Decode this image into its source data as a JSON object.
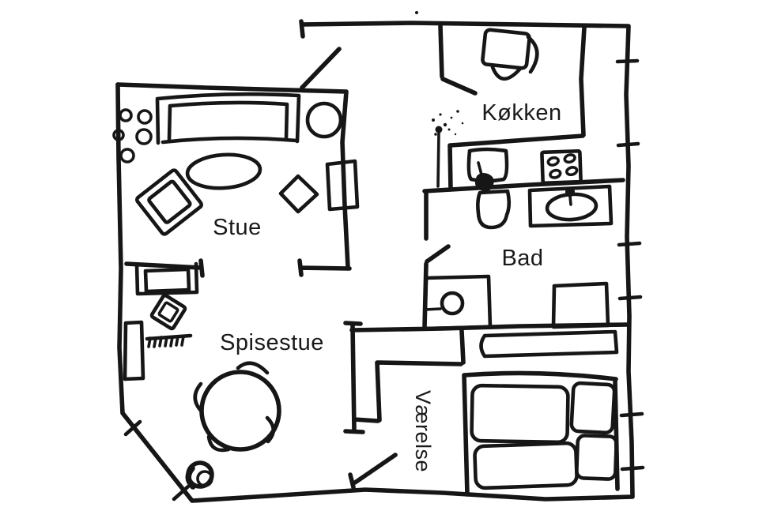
{
  "canvas": {
    "background": "#ffffff",
    "ink": "#161616"
  },
  "labels": {
    "stue": "Stue",
    "spisestue": "Spisestue",
    "koekken": "Køkken",
    "bad": "Bad",
    "vaerelse": "Værelse"
  },
  "rooms": [
    {
      "id": "stue",
      "label": "Stue",
      "furniture": [
        "sofa",
        "side-table",
        "coffee-table",
        "armchair",
        "small-table",
        "tv-cabinet",
        "stones"
      ]
    },
    {
      "id": "spisestue",
      "label": "Spisestue",
      "furniture": [
        "desk",
        "desk-chair",
        "rug",
        "radiator",
        "dining-table",
        "dining-chairs",
        "plant"
      ]
    },
    {
      "id": "koekken",
      "label": "Køkken",
      "furniture": [
        "kitchen-table",
        "kitchen-chairs",
        "counter",
        "sink",
        "stove"
      ]
    },
    {
      "id": "bad",
      "label": "Bad",
      "furniture": [
        "toilet",
        "washbasin",
        "washing-machine",
        "shower-cabinet"
      ]
    },
    {
      "id": "vaerelse",
      "label": "Værelse",
      "furniture": [
        "closet",
        "double-bed",
        "mattresses",
        "pillows"
      ]
    }
  ],
  "doors": [
    "entry-door",
    "kitchen-door",
    "bathroom-door",
    "bedroom-door"
  ],
  "windows": {
    "right_wall_ticks": 6,
    "chamfer_ticks": 2
  }
}
